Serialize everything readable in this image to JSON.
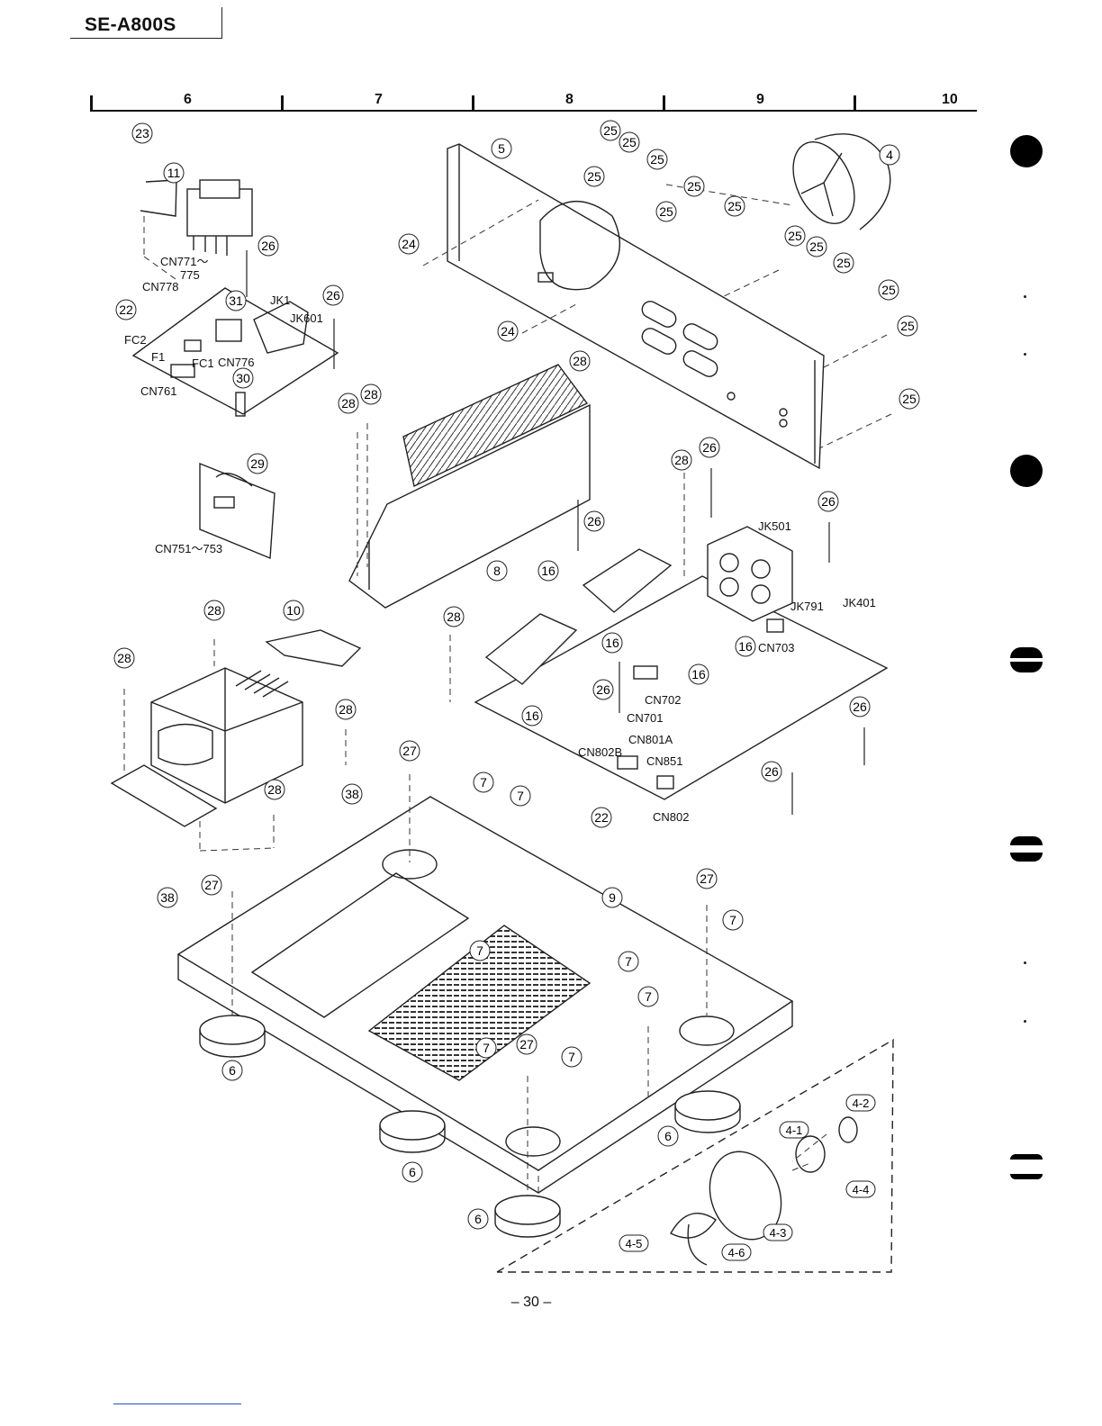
{
  "header": {
    "model": "SE-A800S"
  },
  "ruler": {
    "columns": [
      "6",
      "7",
      "8",
      "9",
      "10"
    ]
  },
  "callouts": [
    {
      "id": "c1",
      "label": "23"
    },
    {
      "id": "c2",
      "label": "11"
    },
    {
      "id": "c3",
      "label": "26"
    },
    {
      "id": "c4",
      "label": "31"
    },
    {
      "id": "c5",
      "label": "26"
    },
    {
      "id": "c6",
      "label": "22"
    },
    {
      "id": "c7",
      "label": "30"
    },
    {
      "id": "c8",
      "label": "5"
    },
    {
      "id": "c9",
      "label": "25"
    },
    {
      "id": "c10",
      "label": "25"
    },
    {
      "id": "c11",
      "label": "25"
    },
    {
      "id": "c12",
      "label": "25"
    },
    {
      "id": "c13",
      "label": "25"
    },
    {
      "id": "c14",
      "label": "25"
    },
    {
      "id": "c15",
      "label": "25"
    },
    {
      "id": "c16",
      "label": "4"
    },
    {
      "id": "c17",
      "label": "24"
    },
    {
      "id": "c18",
      "label": "25"
    },
    {
      "id": "c19",
      "label": "25"
    },
    {
      "id": "c20",
      "label": "25"
    },
    {
      "id": "c21",
      "label": "25"
    },
    {
      "id": "c22",
      "label": "25"
    },
    {
      "id": "c23",
      "label": "24"
    },
    {
      "id": "c24",
      "label": "28"
    },
    {
      "id": "c25",
      "label": "28"
    },
    {
      "id": "c26",
      "label": "28"
    },
    {
      "id": "c27",
      "label": "25"
    },
    {
      "id": "c28",
      "label": "29"
    },
    {
      "id": "c29",
      "label": "26"
    },
    {
      "id": "c30",
      "label": "8"
    },
    {
      "id": "c31",
      "label": "16"
    },
    {
      "id": "c32",
      "label": "28"
    },
    {
      "id": "c33",
      "label": "26"
    },
    {
      "id": "c34",
      "label": "26"
    },
    {
      "id": "c35",
      "label": "28"
    },
    {
      "id": "c36",
      "label": "10"
    },
    {
      "id": "c37",
      "label": "28"
    },
    {
      "id": "c38",
      "label": "28"
    },
    {
      "id": "c39",
      "label": "16"
    },
    {
      "id": "c40",
      "label": "16"
    },
    {
      "id": "c41",
      "label": "16"
    },
    {
      "id": "c42",
      "label": "26"
    },
    {
      "id": "c43",
      "label": "16"
    },
    {
      "id": "c44",
      "label": "16"
    },
    {
      "id": "c45",
      "label": "28"
    },
    {
      "id": "c46",
      "label": "27"
    },
    {
      "id": "c47",
      "label": "38"
    },
    {
      "id": "c48",
      "label": "28"
    },
    {
      "id": "c49",
      "label": "7"
    },
    {
      "id": "c50",
      "label": "7"
    },
    {
      "id": "c51",
      "label": "22"
    },
    {
      "id": "c52",
      "label": "26"
    },
    {
      "id": "c53",
      "label": "26"
    },
    {
      "id": "c54",
      "label": "27"
    },
    {
      "id": "c55",
      "label": "38"
    },
    {
      "id": "c56",
      "label": "9"
    },
    {
      "id": "c57",
      "label": "27"
    },
    {
      "id": "c58",
      "label": "7"
    },
    {
      "id": "c59",
      "label": "7"
    },
    {
      "id": "c60",
      "label": "7"
    },
    {
      "id": "c61",
      "label": "7"
    },
    {
      "id": "c62",
      "label": "7"
    },
    {
      "id": "c63",
      "label": "27"
    },
    {
      "id": "c64",
      "label": "7"
    },
    {
      "id": "c65",
      "label": "6"
    },
    {
      "id": "c66",
      "label": "6"
    },
    {
      "id": "c67",
      "label": "6"
    },
    {
      "id": "c68",
      "label": "6"
    },
    {
      "id": "c69",
      "label": "4-2"
    },
    {
      "id": "c70",
      "label": "4-1"
    },
    {
      "id": "c71",
      "label": "4-4"
    },
    {
      "id": "c72",
      "label": "4-3"
    },
    {
      "id": "c73",
      "label": "4-5"
    },
    {
      "id": "c74",
      "label": "4-6"
    }
  ],
  "labels": [
    {
      "id": "l1",
      "text": "CN771～"
    },
    {
      "id": "l2",
      "text": "775"
    },
    {
      "id": "l3",
      "text": "CN778"
    },
    {
      "id": "l4",
      "text": "JK1"
    },
    {
      "id": "l5",
      "text": "JK601"
    },
    {
      "id": "l6",
      "text": "FC2"
    },
    {
      "id": "l7",
      "text": "F1"
    },
    {
      "id": "l8",
      "text": "FC1"
    },
    {
      "id": "l9",
      "text": "CN776"
    },
    {
      "id": "l10",
      "text": "CN761"
    },
    {
      "id": "l11",
      "text": "CN751～753"
    },
    {
      "id": "l12",
      "text": "JK501"
    },
    {
      "id": "l13",
      "text": "JK791"
    },
    {
      "id": "l14",
      "text": "JK401"
    },
    {
      "id": "l15",
      "text": "CN703"
    },
    {
      "id": "l16",
      "text": "CN702"
    },
    {
      "id": "l17",
      "text": "CN701"
    },
    {
      "id": "l18",
      "text": "CN801A"
    },
    {
      "id": "l19",
      "text": "CN802B"
    },
    {
      "id": "l20",
      "text": "CN851"
    },
    {
      "id": "l21",
      "text": "CN802"
    }
  ],
  "footer": {
    "page": "– 30 –"
  }
}
